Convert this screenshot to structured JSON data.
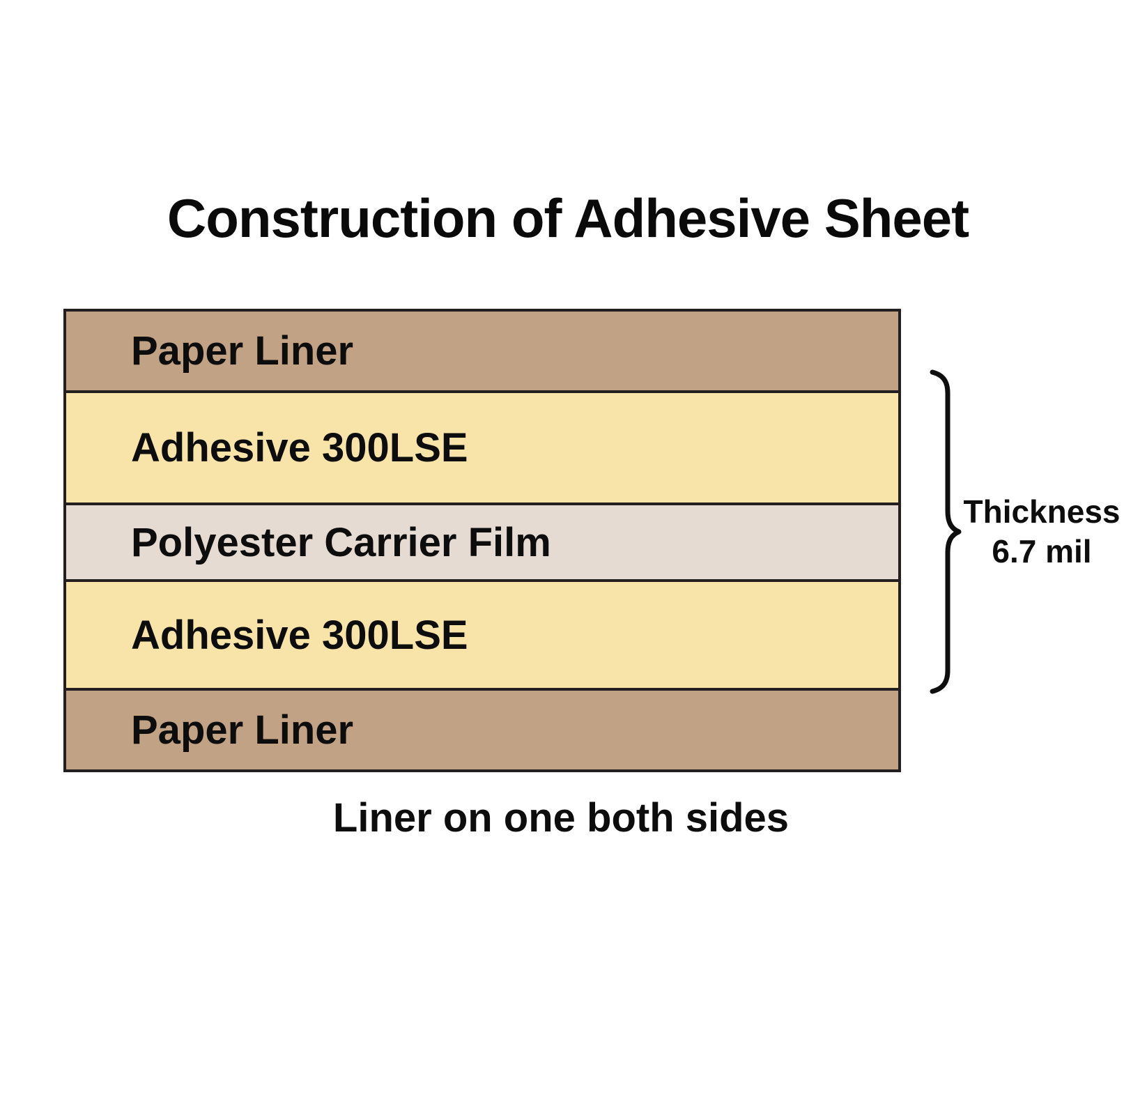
{
  "title": "Construction of Adhesive Sheet",
  "diagram": {
    "border_color": "#231f20",
    "layers": [
      {
        "label": "Paper Liner",
        "color": "#c2a285",
        "grow": "99"
      },
      {
        "label": "Adhesive 300LSE",
        "color": "#f8e3a8",
        "grow": "196"
      },
      {
        "label": "Polyester Carrier Film",
        "color": "#e6dbd3",
        "grow": "85"
      },
      {
        "label": "Adhesive 300LSE",
        "color": "#f8e3a8",
        "grow": "183"
      },
      {
        "label": "Paper Liner",
        "color": "#c2a285",
        "grow": "100"
      }
    ],
    "annotation": {
      "line1": "Thickness",
      "line2": "6.7 mil"
    },
    "caption": "Liner on one both sides"
  }
}
